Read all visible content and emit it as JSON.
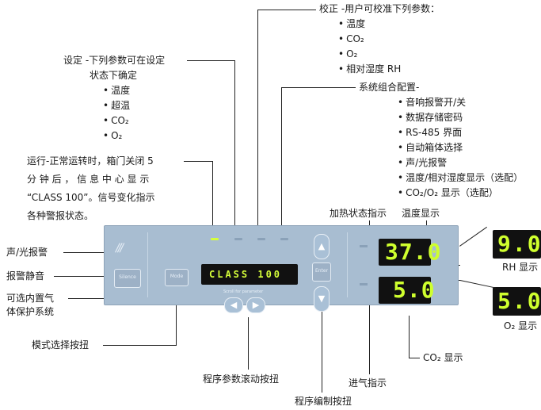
{
  "callouts": {
    "calibrate_title": "校正 -用户可校准下列参数：",
    "calibrate_items": [
      "温度",
      "CO₂",
      "O₂",
      "相对湿度 RH"
    ],
    "setting_title_1": "设定 -下列参数可在设定",
    "setting_title_2": "状态下确定",
    "setting_items": [
      "温度",
      "超温",
      "CO₂",
      "O₂"
    ],
    "config_title": "系统组合配置-",
    "config_items": [
      "音响报警开/关",
      "数据存储密码",
      "RS-485 界面",
      "自动箱体选择",
      "声/光报警",
      "温度/相对湿度显示（选配）",
      "CO₂/O₂ 显示（选配）"
    ],
    "run_lines": [
      "运行-正常运转时，箱门关闭 5",
      "分 钟 后 ， 信 息 中 心 显 示",
      "“CLASS 100”。信号变化指示",
      "各种警报状态。"
    ],
    "heat_indicator": "加热状态指示",
    "temp_display": "温度显示",
    "sound_light_alarm": "声/光报警",
    "alarm_mute": "报警静音",
    "gas_protect_1": "可选内置气",
    "gas_protect_2": "体保护系统",
    "mode_knob": "模式选择按扭",
    "scroll_knob": "程序参数滚动按扭",
    "edit_knob": "程序编制按扭",
    "gas_in_indicator": "进气指示",
    "co2_display": "CO₂ 显示",
    "rh_display": "RH 显示",
    "o2_display": "O₂ 显示"
  },
  "panel": {
    "message_lcd": "CLASS 100",
    "temp_value": "37.0",
    "co2_value": "5.0",
    "rh_value": "9.0",
    "o2_value": "5.0",
    "alarm_icon": "///",
    "mute_key": "Silence",
    "mode_key": "Mode",
    "enter_key": "Enter",
    "scroll_caption": "Scroll for parameter"
  },
  "colors": {
    "panel": "#a8bdd1",
    "lcd_text": "#cfff2e",
    "led_on": "#d6ff3a"
  }
}
